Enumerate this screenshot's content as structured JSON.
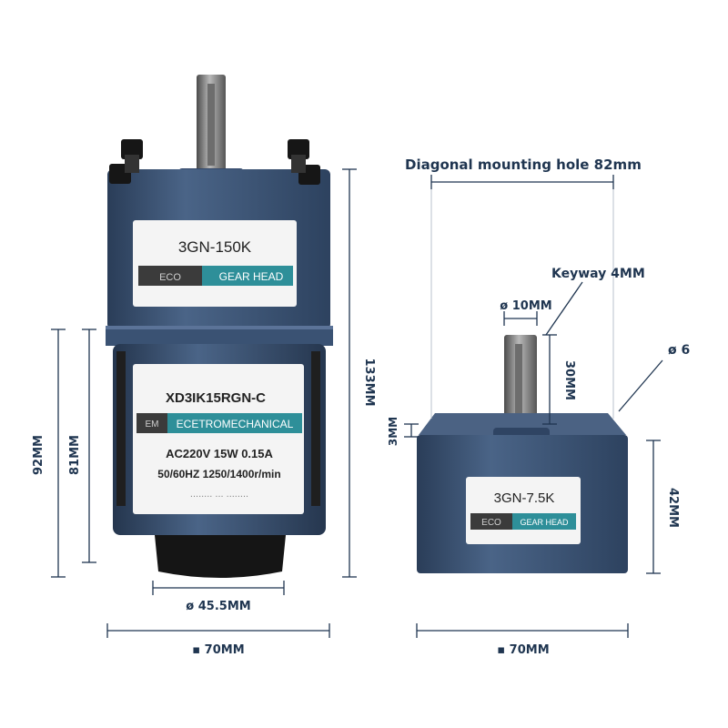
{
  "colors": {
    "motor_body": "#3a5273",
    "motor_dark": "#2b3f5a",
    "dim_line": "#1f3550",
    "label_bg": "#f4f4f4",
    "band_teal": "#2e8f99"
  },
  "left_motor": {
    "gearhead_model": "3GN-150K",
    "gearhead_band": "GEAR HEAD",
    "gearhead_band_mark": "ECO",
    "motor_model": "XD3IK15RGN-C",
    "motor_band": "ECETROMECHANICAL",
    "motor_band_mark": "EM",
    "spec_line_1": "AC220V  15W  0.15A",
    "spec_line_2": "50/60HZ  1250/1400r/min",
    "spec_line_3": "........  ...  ........"
  },
  "right_gearhead": {
    "model": "3GN-7.5K",
    "band_mark": "ECO",
    "band_text": "GEAR HEAD"
  },
  "dimensions": {
    "left_total_height": "133MM",
    "left_motor_92": "92MM",
    "left_motor_81": "81MM",
    "left_diameter": "ø 45.5MM",
    "left_width": "▪ 70MM",
    "right_width": "▪ 70MM",
    "right_height": "42MM",
    "right_shaft_length": "30MM",
    "right_boss": "3MM",
    "right_shaft_dia": "ø 10MM",
    "keyway": "Keyway 4MM",
    "hole": "ø 6",
    "diagonal_hole": "Diagonal mounting hole 82mm"
  }
}
